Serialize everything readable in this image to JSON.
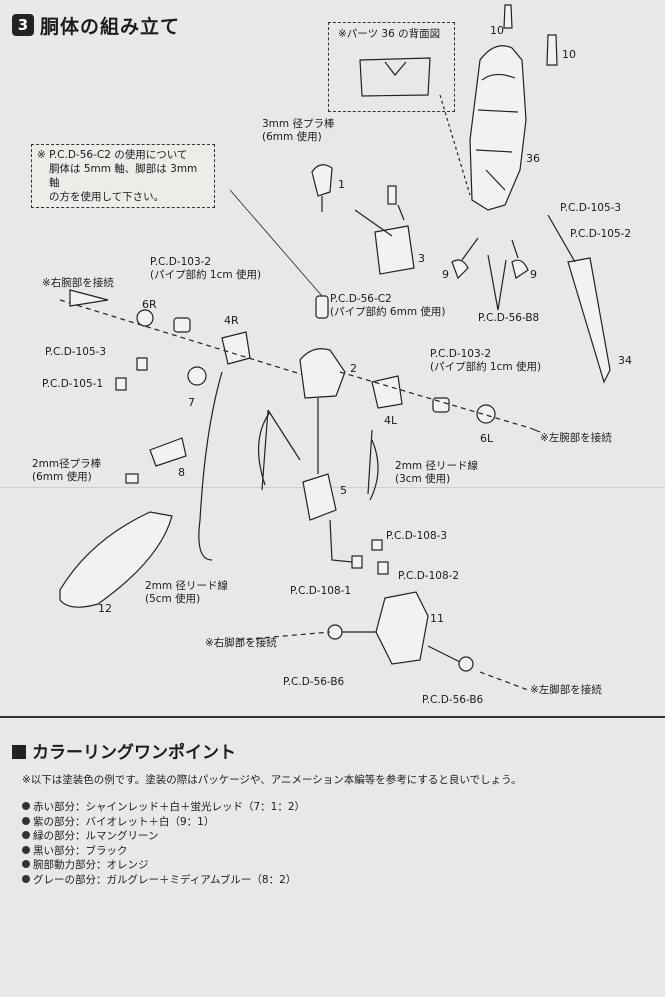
{
  "step": {
    "number": "3",
    "title": "胴体の組み立て"
  },
  "note": {
    "lines": [
      "※ P.C.D-56-C2 の使用について",
      "胴体は 5mm 軸、脚部は 3mm 軸",
      "の方を使用して下さい。"
    ]
  },
  "inset_title": "※パーツ 36 の背面図",
  "labels": {
    "rod3": [
      "3mm 径プラ棒",
      "(6mm 使用)"
    ],
    "rod2": [
      "2mm径プラ棒",
      "(6mm 使用)"
    ],
    "pcd103_left": [
      "P.C.D-103-2",
      "(パイプ部約 1cm 使用)"
    ],
    "pcd103_right": [
      "P.C.D-103-2",
      "(パイプ部約 1cm 使用)"
    ],
    "pcd56c2": [
      "P.C.D-56-C2",
      "(パイプ部約 6mm 使用)"
    ],
    "right_arm": "※右腕部を接続",
    "left_arm": "※左腕部を接続",
    "right_leg": "※右脚部を接続",
    "left_leg": "※左脚部を接続",
    "lead_3cm": [
      "2mm 径リード線",
      "(3cm 使用)"
    ],
    "lead_5cm": [
      "2mm 径リード線",
      "(5cm 使用)"
    ],
    "pcd105_3_left": "P.C.D-105-3",
    "pcd105_1": "P.C.D-105-1",
    "pcd105_3_right": "P.C.D-105-3",
    "pcd105_2": "P.C.D-105-2",
    "pcd56b8": "P.C.D-56-B8",
    "pcd108_3": "P.C.D-108-3",
    "pcd108_2": "P.C.D-108-2",
    "pcd108_1": "P.C.D-108-1",
    "pcd56b6_left": "P.C.D-56-B6",
    "pcd56b6_right": "P.C.D-56-B6"
  },
  "parts": {
    "p10a": "10",
    "p10b": "10",
    "p36": "36",
    "p1": "1",
    "p3": "3",
    "p9a": "9",
    "p9b": "9",
    "p34": "34",
    "p6r": "6R",
    "p4r": "4R",
    "p7": "7",
    "p2": "2",
    "p4l": "4L",
    "p6l": "6L",
    "p8": "8",
    "p5": "5",
    "p12": "12",
    "p11": "11"
  },
  "color_points": {
    "heading": "カラーリングワンポイント",
    "intro": "※以下は塗装色の例です。塗装の際はパッケージや、アニメーション本編等を参考にすると良いでしょう。",
    "items": [
      "赤い部分：シャインレッド＋白＋蛍光レッド（7：1：2）",
      "紫の部分：バイオレット＋白（9：1）",
      "緑の部分：ルマングリーン",
      "黒い部分：ブラック",
      "腕部動力部分：オレンジ",
      "グレーの部分：ガルグレー＋ミディアムブルー（8：2）"
    ]
  }
}
